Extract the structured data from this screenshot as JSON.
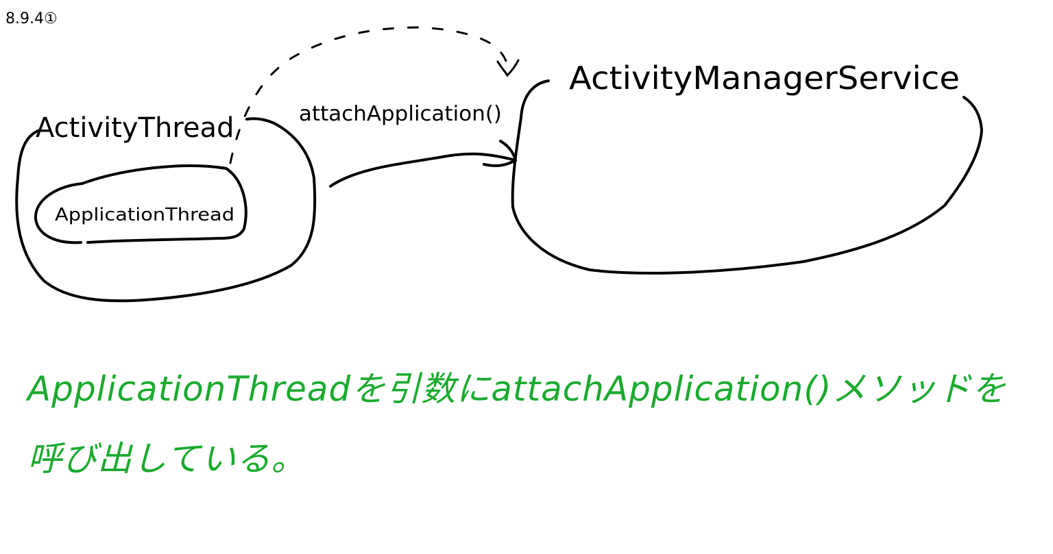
{
  "page_label": "8.9.4①",
  "nodes": {
    "activity_thread": "ActivityThread",
    "application_thread": "ApplicationThread",
    "activity_manager_service": "ActivityManagerService"
  },
  "edges": {
    "call_label": "attachApplication()"
  },
  "note": {
    "line1": "ApplicationThreadを引数にattachApplication()メソッドを",
    "line2": "呼び出している。"
  },
  "colors": {
    "ink": "#000000",
    "note": "#1aaa2e"
  }
}
